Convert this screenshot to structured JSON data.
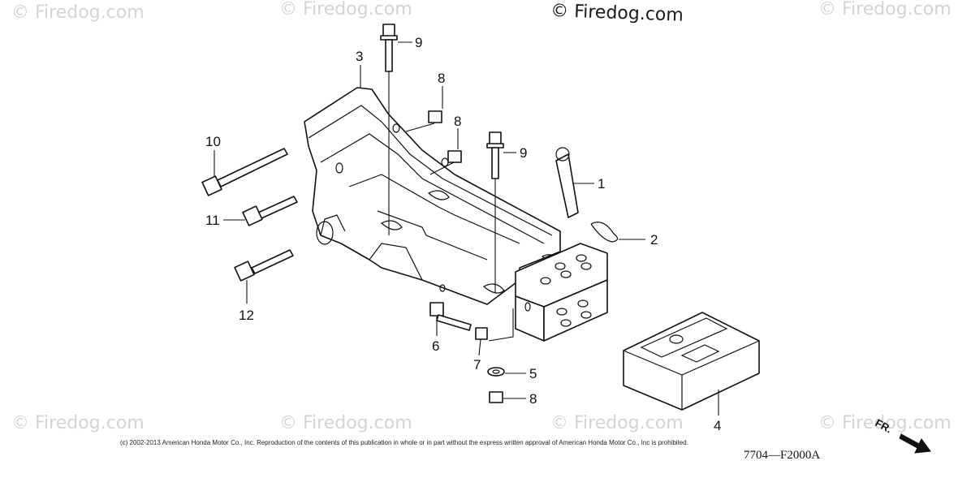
{
  "watermark": {
    "text": "© Firedog.com"
  },
  "callouts": {
    "c1": "1",
    "c2": "2",
    "c3": "3",
    "c4": "4",
    "c5": "5",
    "c6": "6",
    "c7": "7",
    "c8a": "8",
    "c8b": "8",
    "c8c": "8",
    "c9a": "9",
    "c9b": "9",
    "c10": "10",
    "c11": "11",
    "c12": "12"
  },
  "footer": {
    "copyright": "(c) 2002-2013 American Honda Motor Co., Inc. Reproduction of the contents of this publication in whole or in part without the express written approval of American Honda Motor Co., Inc is prohibited.",
    "diagram_code": "7704—F2000A",
    "front_marker": "FR."
  }
}
